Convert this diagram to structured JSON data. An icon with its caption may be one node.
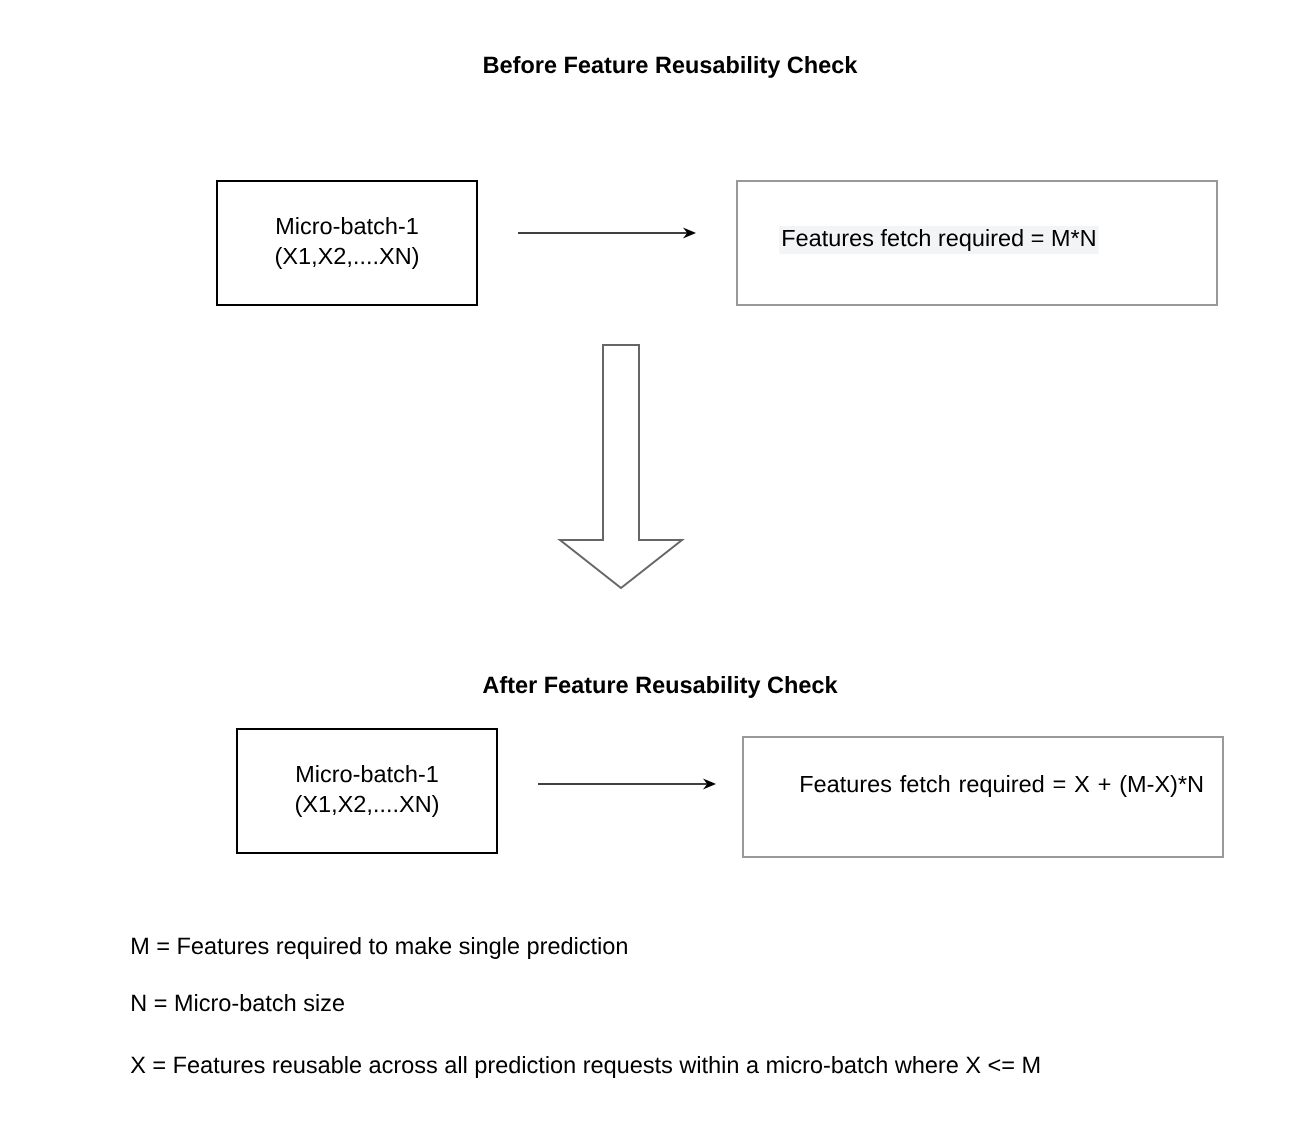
{
  "diagram": {
    "title": "Before Feature Reusability Check",
    "nodes": [
      {
        "text": [
          "Micro-batch-1 (X1,X2,....XN)"
        ]
      },
      {
        "text": [
          "Features fetch required = M*N"
        ]
      },
      {
        "text": [
          "Micro-batch-1 (X1,X2,....XN)"
        ]
      },
      {
        "text": [
          "Features fetch required = X + (M-X)*N"
        ]
      }
    ],
    "edges": [
      {
        "from": 0,
        "to": 1,
        "arrow": "to"
      },
      {
        "from": 2,
        "to": 3,
        "arrow": "to"
      }
    ],
    "labels": [
      "After Feature Reusability Check",
      "M = Features required to make single prediction",
      "N = Micro-batch size",
      "X = Features reusable across all prediction requests within a micro-batch where X <= M"
    ]
  }
}
